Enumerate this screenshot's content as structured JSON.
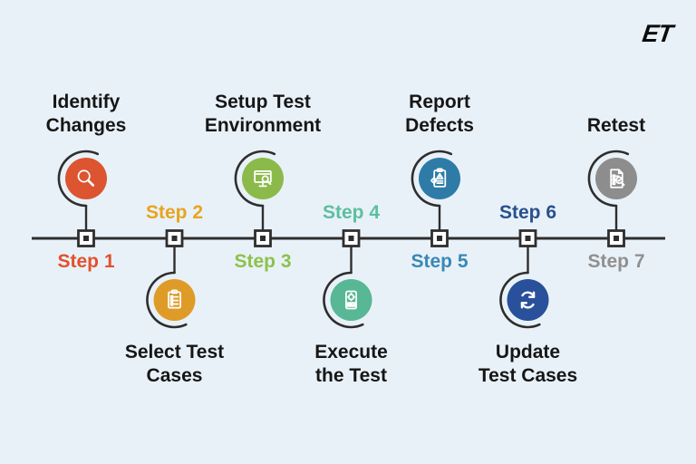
{
  "logo": {
    "text": "ET"
  },
  "colors": {
    "background": "#e9f1f8",
    "line": "#2e2e2e",
    "title_text": "#161616",
    "marker_fill": "#ffffff",
    "icon_stroke": "#ffffff"
  },
  "diagram": {
    "type": "timeline-process",
    "step_count": 7,
    "steps": [
      {
        "step_label": "Step 1",
        "title_lines": [
          "Identify",
          "Changes"
        ],
        "side": "top",
        "circle_color": "#dc5430",
        "label_color": "#e2512c",
        "icon": "search-icon"
      },
      {
        "step_label": "Step 2",
        "title_lines": [
          "Select Test",
          "Cases"
        ],
        "side": "bottom",
        "circle_color": "#de9b27",
        "label_color": "#e8a41f",
        "icon": "clipboard-checklist-icon"
      },
      {
        "step_label": "Step 3",
        "title_lines": [
          "Setup Test",
          "Environment"
        ],
        "side": "top",
        "circle_color": "#8bba4a",
        "label_color": "#8cc24c",
        "icon": "monitor-search-icon"
      },
      {
        "step_label": "Step 4",
        "title_lines": [
          "Execute",
          "the Test"
        ],
        "side": "bottom",
        "circle_color": "#58b795",
        "label_color": "#5cbf9f",
        "icon": "device-test-icon"
      },
      {
        "step_label": "Step 5",
        "title_lines": [
          "Report",
          "Defects"
        ],
        "side": "top",
        "circle_color": "#2e7ba7",
        "label_color": "#3988b6",
        "icon": "defect-report-icon"
      },
      {
        "step_label": "Step 6",
        "title_lines": [
          "Update",
          "Test Cases"
        ],
        "side": "bottom",
        "circle_color": "#29509a",
        "label_color": "#27508f",
        "icon": "sync-icon"
      },
      {
        "step_label": "Step 7",
        "title_lines": [
          "Retest"
        ],
        "side": "top",
        "circle_color": "#8d8d8d",
        "label_color": "#909090",
        "icon": "document-search-icon"
      }
    ]
  }
}
